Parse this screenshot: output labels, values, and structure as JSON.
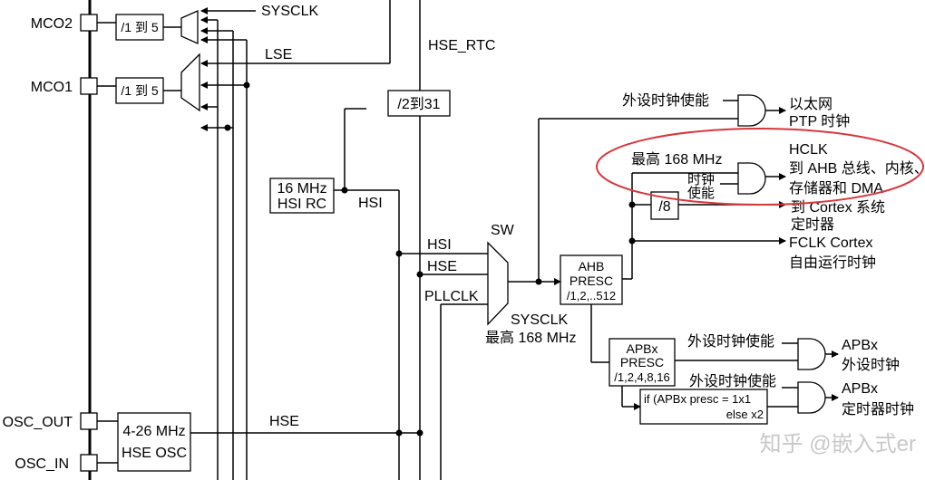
{
  "pins": {
    "mco2": "MCO2",
    "mco1": "MCO1",
    "osc_out": "OSC_OUT",
    "osc_in": "OSC_IN"
  },
  "prescalers": {
    "mco2_div": "/1 到 5",
    "mco1_div": "/1 到 5",
    "rtc_div": "/2到31",
    "div8": "/8"
  },
  "signals": {
    "sysclk_top": "SYSCLK",
    "lse": "LSE",
    "hse_rtc": "HSE_RTC",
    "hsi": "HSI",
    "sw_hsi": "HSI",
    "sw_hse": "HSE",
    "sw_pllclk": "PLLCLK",
    "sw": "SW",
    "sysclk": "SYSCLK",
    "sysclk_max": "最高 168 MHz",
    "hse": "HSE"
  },
  "hsi_rc": {
    "line1": "16 MHz",
    "line2": "HSI RC"
  },
  "hse_osc": {
    "line1": "4-26 MHz",
    "line2": "HSE OSC"
  },
  "ahb_presc": {
    "line1": "AHB",
    "line2": "PRESC",
    "line3": "/1,2,..512"
  },
  "apb_presc": {
    "line1": "APBx",
    "line2": "PRESC",
    "line3": "/1,2,4,8,16"
  },
  "apb_timer_mult": {
    "line1": "if (APBx presc = 1x1",
    "line2": "else x2"
  },
  "outputs": {
    "peripheral_enable_1": "外设时钟使能",
    "ethernet_1": "以太网",
    "ethernet_2": "PTP 时钟",
    "hclk_max": "最高 168 MHz",
    "clock_enable_1": "时钟",
    "clock_enable_2": "使能",
    "hclk": "HCLK",
    "hclk_dest_1": "到 AHB 总线、内核、",
    "hclk_dest_2": "存储器和 DMA",
    "cortex_timer_1": "到 Cortex 系统",
    "cortex_timer_2": "定时器",
    "fclk_1": "FCLK Cortex",
    "fclk_2": "自由运行时钟",
    "apb_enable": "外设时钟使能",
    "apb_periph_1": "APBx",
    "apb_periph_2": "外设时钟",
    "apb_timer_enable": "外设时钟使能",
    "apb_timer_1": "APBx",
    "apb_timer_2": "定时器时钟"
  },
  "watermark": "知乎 @嵌入式er",
  "colors": {
    "highlight_ellipse": "#d9363e",
    "line": "#000000",
    "watermark": "#c8c8c8"
  }
}
